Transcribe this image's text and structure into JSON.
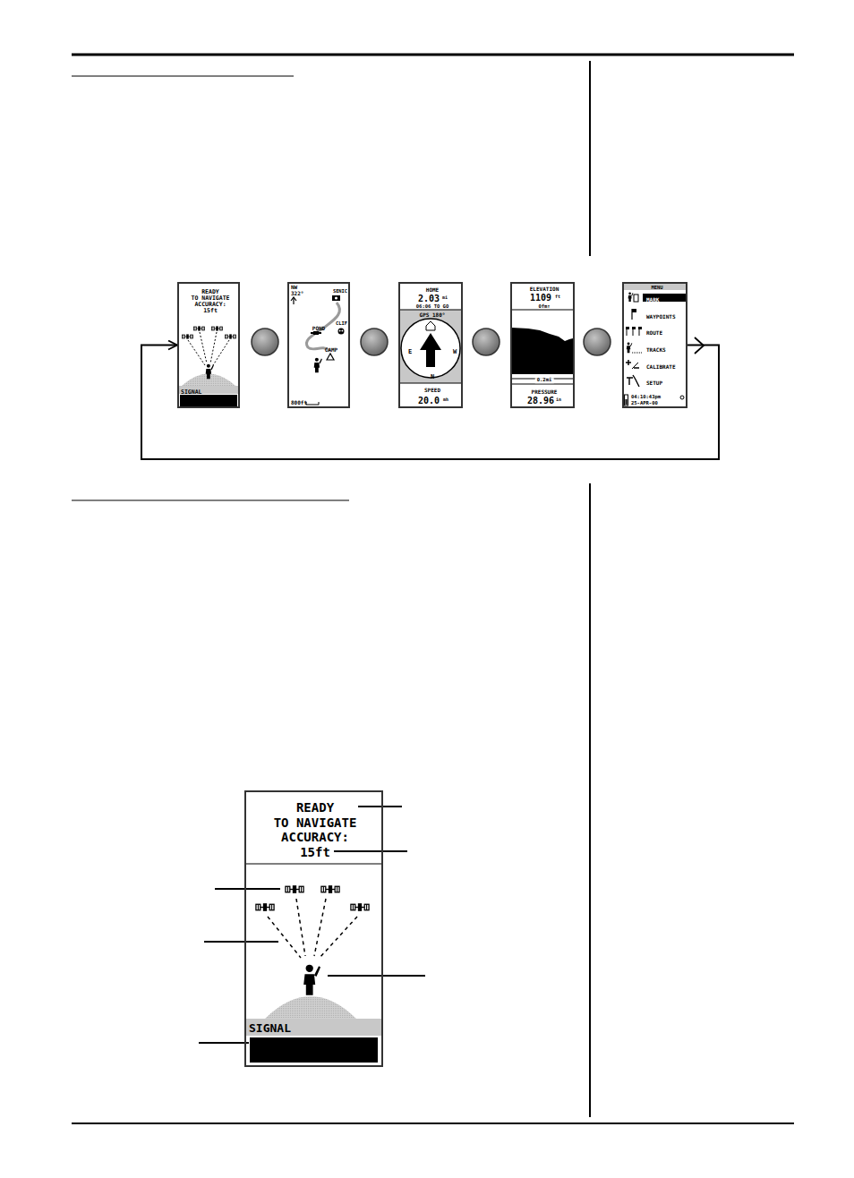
{
  "diagram": {
    "nodes": [
      {
        "text": [
          "READY",
          "TO NAVIGATE",
          "ACCURACY:",
          "15ft",
          "SIGNAL"
        ]
      },
      {
        "text": [
          "NW",
          "322°",
          "SENIC",
          "POND",
          "CLIF",
          "CAMP",
          "800ft"
        ]
      },
      {
        "text": [
          "HOME",
          "2.03",
          "mi",
          "06:06 TO GO",
          "GPS 180°",
          "E",
          "W",
          "N",
          "SPEED",
          "20.0",
          "mh"
        ]
      },
      {
        "text": [
          "ELEVATION",
          "1109",
          "ft",
          "0fm↑",
          "0.2mi",
          "PRESSURE",
          "28.96",
          "in"
        ]
      },
      {
        "text": [
          "MENU",
          "MARK",
          "WAYPOINTS",
          "ROUTE",
          "TRACKS",
          "CALIBRATE",
          "SETUP",
          "04:10:43pm",
          "25-APR-00"
        ]
      },
      {
        "text": [
          "READY",
          "TO NAVIGATE",
          "ACCURACY:",
          "15ft",
          "SIGNAL"
        ]
      }
    ],
    "edges": [
      {
        "from": 4,
        "to": 0,
        "arrow": "to"
      }
    ]
  }
}
